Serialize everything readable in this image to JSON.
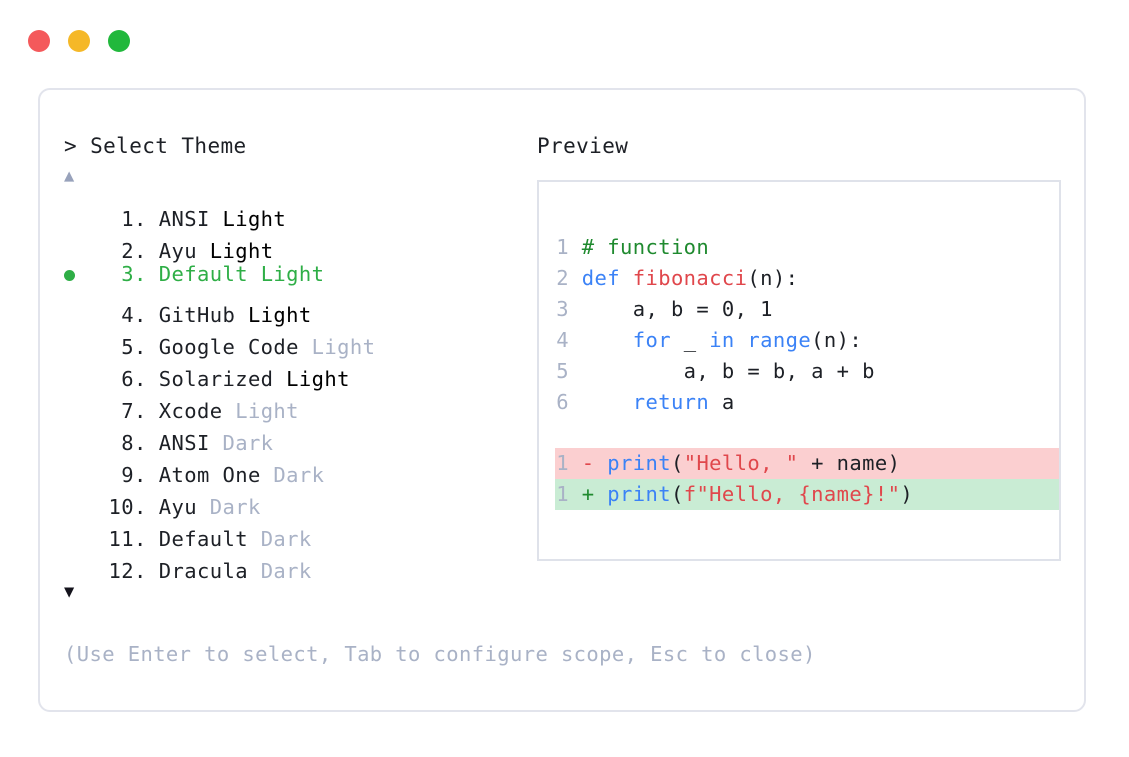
{
  "window_controls": [
    {
      "name": "close-dot",
      "color": "#f4595b"
    },
    {
      "name": "minimize-dot",
      "color": "#f5b828"
    },
    {
      "name": "maximize-dot",
      "color": "#21b83c"
    }
  ],
  "left_panel": {
    "prompt": "> Select Theme",
    "scroll_up": "▲",
    "scroll_down": "▼",
    "selected_index": 3,
    "selected_color": "#2eae46",
    "muted_color": "#a9b2c6",
    "themes": [
      {
        "index": "1",
        "dot": ".",
        "name": "ANSI",
        "variant": "Light",
        "variant_muted": false,
        "selected": false
      },
      {
        "index": "2",
        "dot": ".",
        "name": "Ayu",
        "variant": "Light",
        "variant_muted": false,
        "selected": false
      },
      {
        "index": "3",
        "dot": ".",
        "name": "Default",
        "variant": "Light",
        "variant_muted": false,
        "selected": true
      },
      {
        "index": "4",
        "dot": ".",
        "name": "GitHub",
        "variant": "Light",
        "variant_muted": false,
        "selected": false
      },
      {
        "index": "5",
        "dot": ".",
        "name": "Google Code",
        "variant": "Light",
        "variant_muted": true,
        "selected": false
      },
      {
        "index": "6",
        "dot": ".",
        "name": "Solarized",
        "variant": "Light",
        "variant_muted": false,
        "selected": false
      },
      {
        "index": "7",
        "dot": ".",
        "name": "Xcode",
        "variant": "Light",
        "variant_muted": true,
        "selected": false
      },
      {
        "index": "8",
        "dot": ".",
        "name": "ANSI",
        "variant": "Dark",
        "variant_muted": true,
        "selected": false
      },
      {
        "index": "9",
        "dot": ".",
        "name": "Atom One",
        "variant": "Dark",
        "variant_muted": true,
        "selected": false
      },
      {
        "index": "10",
        "dot": ".",
        "name": "Ayu",
        "variant": "Dark",
        "variant_muted": true,
        "selected": false
      },
      {
        "index": "11",
        "dot": ".",
        "name": "Default",
        "variant": "Dark",
        "variant_muted": true,
        "selected": false
      },
      {
        "index": "12",
        "dot": ".",
        "name": "Dracula",
        "variant": "Dark",
        "variant_muted": true,
        "selected": false
      }
    ],
    "hint": "(Use Enter to select, Tab to configure scope, Esc to close)"
  },
  "right_panel": {
    "label": "Preview",
    "code_lines": [
      {
        "n": "1",
        "tokens": [
          {
            "t": "# function",
            "c": "comment"
          }
        ]
      },
      {
        "n": "2",
        "tokens": [
          {
            "t": "def ",
            "c": "kw"
          },
          {
            "t": "fibonacci",
            "c": "fn"
          },
          {
            "t": "(n):",
            "c": "plain"
          }
        ]
      },
      {
        "n": "3",
        "tokens": [
          {
            "t": "    a, b = ",
            "c": "plain"
          },
          {
            "t": "0",
            "c": "num"
          },
          {
            "t": ", ",
            "c": "plain"
          },
          {
            "t": "1",
            "c": "num"
          }
        ]
      },
      {
        "n": "4",
        "tokens": [
          {
            "t": "    ",
            "c": "plain"
          },
          {
            "t": "for",
            "c": "kw"
          },
          {
            "t": " _ ",
            "c": "plain"
          },
          {
            "t": "in",
            "c": "kw"
          },
          {
            "t": " ",
            "c": "plain"
          },
          {
            "t": "range",
            "c": "kw"
          },
          {
            "t": "(n):",
            "c": "plain"
          }
        ]
      },
      {
        "n": "5",
        "tokens": [
          {
            "t": "        a, b = b, a + b",
            "c": "plain"
          }
        ]
      },
      {
        "n": "6",
        "tokens": [
          {
            "t": "    ",
            "c": "plain"
          },
          {
            "t": "return",
            "c": "kw"
          },
          {
            "t": " a",
            "c": "plain"
          }
        ]
      }
    ],
    "diff_lines": [
      {
        "n": "1",
        "kind": "del",
        "marker": "-",
        "tokens": [
          {
            "t": "print",
            "c": "kw"
          },
          {
            "t": "(",
            "c": "plain"
          },
          {
            "t": "\"Hello, \"",
            "c": "str"
          },
          {
            "t": " + name)",
            "c": "plain"
          }
        ]
      },
      {
        "n": "1",
        "kind": "add",
        "marker": "+",
        "tokens": [
          {
            "t": "print",
            "c": "kw"
          },
          {
            "t": "(",
            "c": "plain"
          },
          {
            "t": "f\"Hello, {name}!\"",
            "c": "str"
          },
          {
            "t": ")",
            "c": "plain"
          }
        ]
      }
    ],
    "syntax_colors": {
      "comment": "#1f8a2f",
      "keyword": "#3b82f6",
      "function": "#e0474c",
      "string": "#e0474c",
      "plain": "#1d2026",
      "line_number": "#a9b2c6",
      "diff_del_bg": "#fbcfd0",
      "diff_add_bg": "#c9ecd4"
    }
  }
}
